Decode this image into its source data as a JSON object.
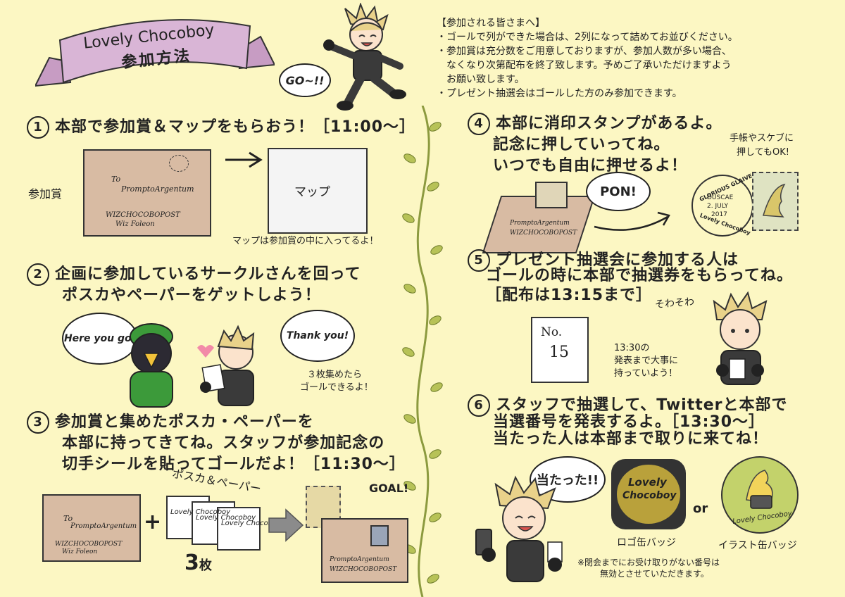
{
  "banner": {
    "line1": "Lovely Chocoboy",
    "line2": "参加方法",
    "color": "#d9b5d6"
  },
  "notices": {
    "header": "【参加される皆さまへ】",
    "lines": [
      "・ゴールで列ができた場合は、2列になって詰めてお並びください。",
      "・参加賞は充分数をご用意しておりますが、参加人数が多い場合、",
      "　なくなり次第配布を終了致します。予めご了承いただけますよう",
      "　お願い致します。",
      "・プレゼント抽選会はゴールした方のみ参加できます。"
    ]
  },
  "go_bubble": "GO~!!",
  "step1": {
    "num": "1",
    "text": "本部で参加賞＆マップをもらおう！［11:00～］",
    "prize_label": "参加賞",
    "map_label": "マップ",
    "map_note": "マップは参加賞の中に入ってるよ！"
  },
  "envelope": {
    "to": "To",
    "name": "PromptoArgentum",
    "from1": "WIZCHOCOBOPOST",
    "from2": "Wiz Foleon"
  },
  "step2": {
    "num": "2",
    "line1": "企画に参加しているサークルさんを回って",
    "line2": "ポスカやペーパーをゲットしよう！",
    "bubble_left": "Here you go!",
    "bubble_right": "Thank you!",
    "note1": "３枚集めたら",
    "note2": "ゴールできるよ！"
  },
  "step3": {
    "num": "3",
    "line1": "参加賞と集めたポスカ・ペーパーを",
    "line2": "本部に持ってきてね。スタッフが参加記念の",
    "line3": "切手シールを貼ってゴールだよ！［11:30～］",
    "card_label": "ポスカ＆ペーパー",
    "card_text": "Lovely Chocoboy",
    "count_num": "3",
    "count_unit": "枚",
    "goal": "GOAL!"
  },
  "step4": {
    "num": "4",
    "line1": "本部に消印スタンプがあるよ。",
    "line2": "記念に押していってね。",
    "line3": "いつでも自由に押せるよ！",
    "side1": "手帳やスケブに",
    "side2": "押してもOK!",
    "pon": "PON!",
    "stamp_ring_top": "GLORIOUS GLAIVE",
    "stamp_ring_bottom": "Lovely Chocoboy",
    "stamp_line1": "DUSCAE",
    "stamp_line2": "2. JULY",
    "stamp_line3": "2017"
  },
  "step5": {
    "num": "5",
    "line1": "プレゼント抽選会に参加する人は",
    "line2": "ゴールの時に本部で抽選券をもらってね。",
    "line3": "［配布は13:15まで］",
    "ticket1": "No.",
    "ticket2": "15",
    "sowa": "そわそわ",
    "note1": "13:30の",
    "note2": "発表まで大事に",
    "note3": "持っていよう！"
  },
  "step6": {
    "num": "6",
    "line1": "スタッフで抽選して、Twitterと本部で",
    "line2": "当選番号を発表するよ。［13:30～］",
    "line3": "当たった人は本部まで取りに来てね！",
    "win": "当たった!!",
    "or": "or",
    "badge1_text1": "Lovely",
    "badge1_text2": "Chocoboy",
    "badge1_label": "ロゴ缶バッジ",
    "badge2_text": "Lovely Chocoboy",
    "badge2_label": "イラスト缶バッジ",
    "footnote1": "※閉会までにお受け取りがない番号は",
    "footnote2": "無効とさせていただきます。"
  },
  "colors": {
    "background": "#fcf7c3",
    "envelope": "#d8bba3",
    "vine": "#8c9a3f",
    "jacket": "#3c9a3a",
    "badge_gold": "#b9a13b",
    "badge_green": "#c3d26b"
  }
}
